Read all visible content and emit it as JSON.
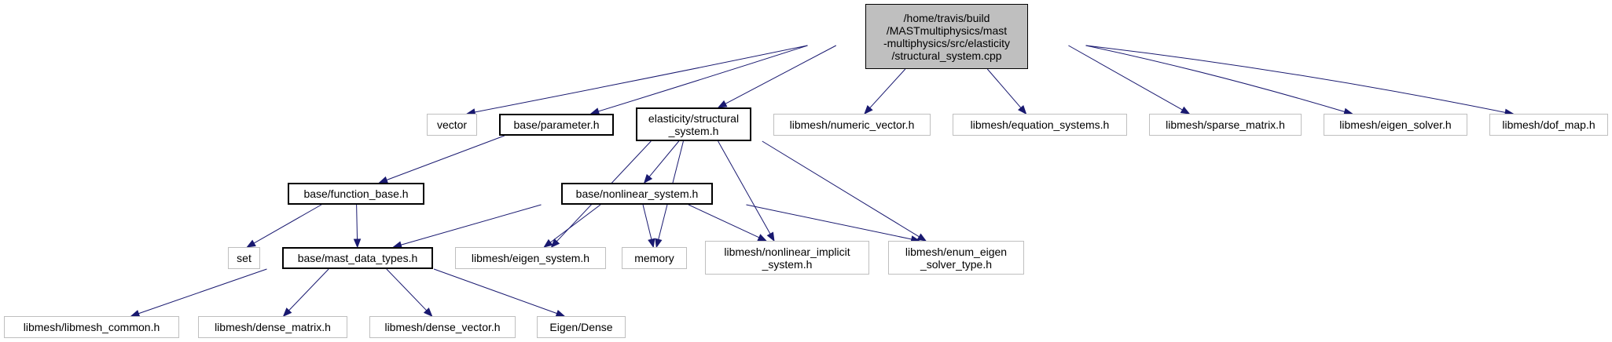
{
  "graph": {
    "colors": {
      "edge": "#191970",
      "root_fill": "#bfbfbf",
      "primary_border": "#000000",
      "external_border": "#bfbfbf"
    },
    "nodes": [
      {
        "id": "root",
        "label": "/home/travis/build\n/MASTmultiphysics/mast\n-multiphysics/src/elasticity\n/structural_system.cpp",
        "style": "root"
      },
      {
        "id": "vector",
        "label": "vector",
        "style": "external"
      },
      {
        "id": "parameter",
        "label": "base/parameter.h",
        "style": "primary"
      },
      {
        "id": "structural_system",
        "label": "elasticity/structural\n_system.h",
        "style": "primary"
      },
      {
        "id": "numeric_vector",
        "label": "libmesh/numeric_vector.h",
        "style": "external"
      },
      {
        "id": "equation_systems",
        "label": "libmesh/equation_systems.h",
        "style": "external"
      },
      {
        "id": "sparse_matrix",
        "label": "libmesh/sparse_matrix.h",
        "style": "external"
      },
      {
        "id": "eigen_solver",
        "label": "libmesh/eigen_solver.h",
        "style": "external"
      },
      {
        "id": "dof_map",
        "label": "libmesh/dof_map.h",
        "style": "external"
      },
      {
        "id": "function_base",
        "label": "base/function_base.h",
        "style": "primary"
      },
      {
        "id": "nonlinear_system",
        "label": "base/nonlinear_system.h",
        "style": "primary"
      },
      {
        "id": "set",
        "label": "set",
        "style": "external"
      },
      {
        "id": "mast_data_types",
        "label": "base/mast_data_types.h",
        "style": "primary"
      },
      {
        "id": "eigen_system",
        "label": "libmesh/eigen_system.h",
        "style": "external"
      },
      {
        "id": "memory",
        "label": "memory",
        "style": "external"
      },
      {
        "id": "nonlinear_implicit",
        "label": "libmesh/nonlinear_implicit\n_system.h",
        "style": "external"
      },
      {
        "id": "enum_eigen",
        "label": "libmesh/enum_eigen\n_solver_type.h",
        "style": "external"
      },
      {
        "id": "libmesh_common",
        "label": "libmesh/libmesh_common.h",
        "style": "external"
      },
      {
        "id": "dense_matrix",
        "label": "libmesh/dense_matrix.h",
        "style": "external"
      },
      {
        "id": "dense_vector",
        "label": "libmesh/dense_vector.h",
        "style": "external"
      },
      {
        "id": "eigen_dense",
        "label": "Eigen/Dense",
        "style": "external"
      }
    ],
    "edges": [
      {
        "from": "root",
        "to": "vector"
      },
      {
        "from": "root",
        "to": "parameter"
      },
      {
        "from": "root",
        "to": "structural_system"
      },
      {
        "from": "root",
        "to": "numeric_vector"
      },
      {
        "from": "root",
        "to": "equation_systems"
      },
      {
        "from": "root",
        "to": "sparse_matrix"
      },
      {
        "from": "root",
        "to": "eigen_solver"
      },
      {
        "from": "root",
        "to": "dof_map"
      },
      {
        "from": "parameter",
        "to": "function_base"
      },
      {
        "from": "function_base",
        "to": "set"
      },
      {
        "from": "function_base",
        "to": "mast_data_types"
      },
      {
        "from": "structural_system",
        "to": "nonlinear_system"
      },
      {
        "from": "structural_system",
        "to": "eigen_system"
      },
      {
        "from": "structural_system",
        "to": "memory"
      },
      {
        "from": "structural_system",
        "to": "nonlinear_implicit"
      },
      {
        "from": "structural_system",
        "to": "enum_eigen"
      },
      {
        "from": "nonlinear_system",
        "to": "mast_data_types"
      },
      {
        "from": "nonlinear_system",
        "to": "eigen_system"
      },
      {
        "from": "nonlinear_system",
        "to": "memory"
      },
      {
        "from": "nonlinear_system",
        "to": "nonlinear_implicit"
      },
      {
        "from": "nonlinear_system",
        "to": "enum_eigen"
      },
      {
        "from": "mast_data_types",
        "to": "libmesh_common"
      },
      {
        "from": "mast_data_types",
        "to": "dense_matrix"
      },
      {
        "from": "mast_data_types",
        "to": "dense_vector"
      },
      {
        "from": "mast_data_types",
        "to": "eigen_dense"
      }
    ]
  }
}
